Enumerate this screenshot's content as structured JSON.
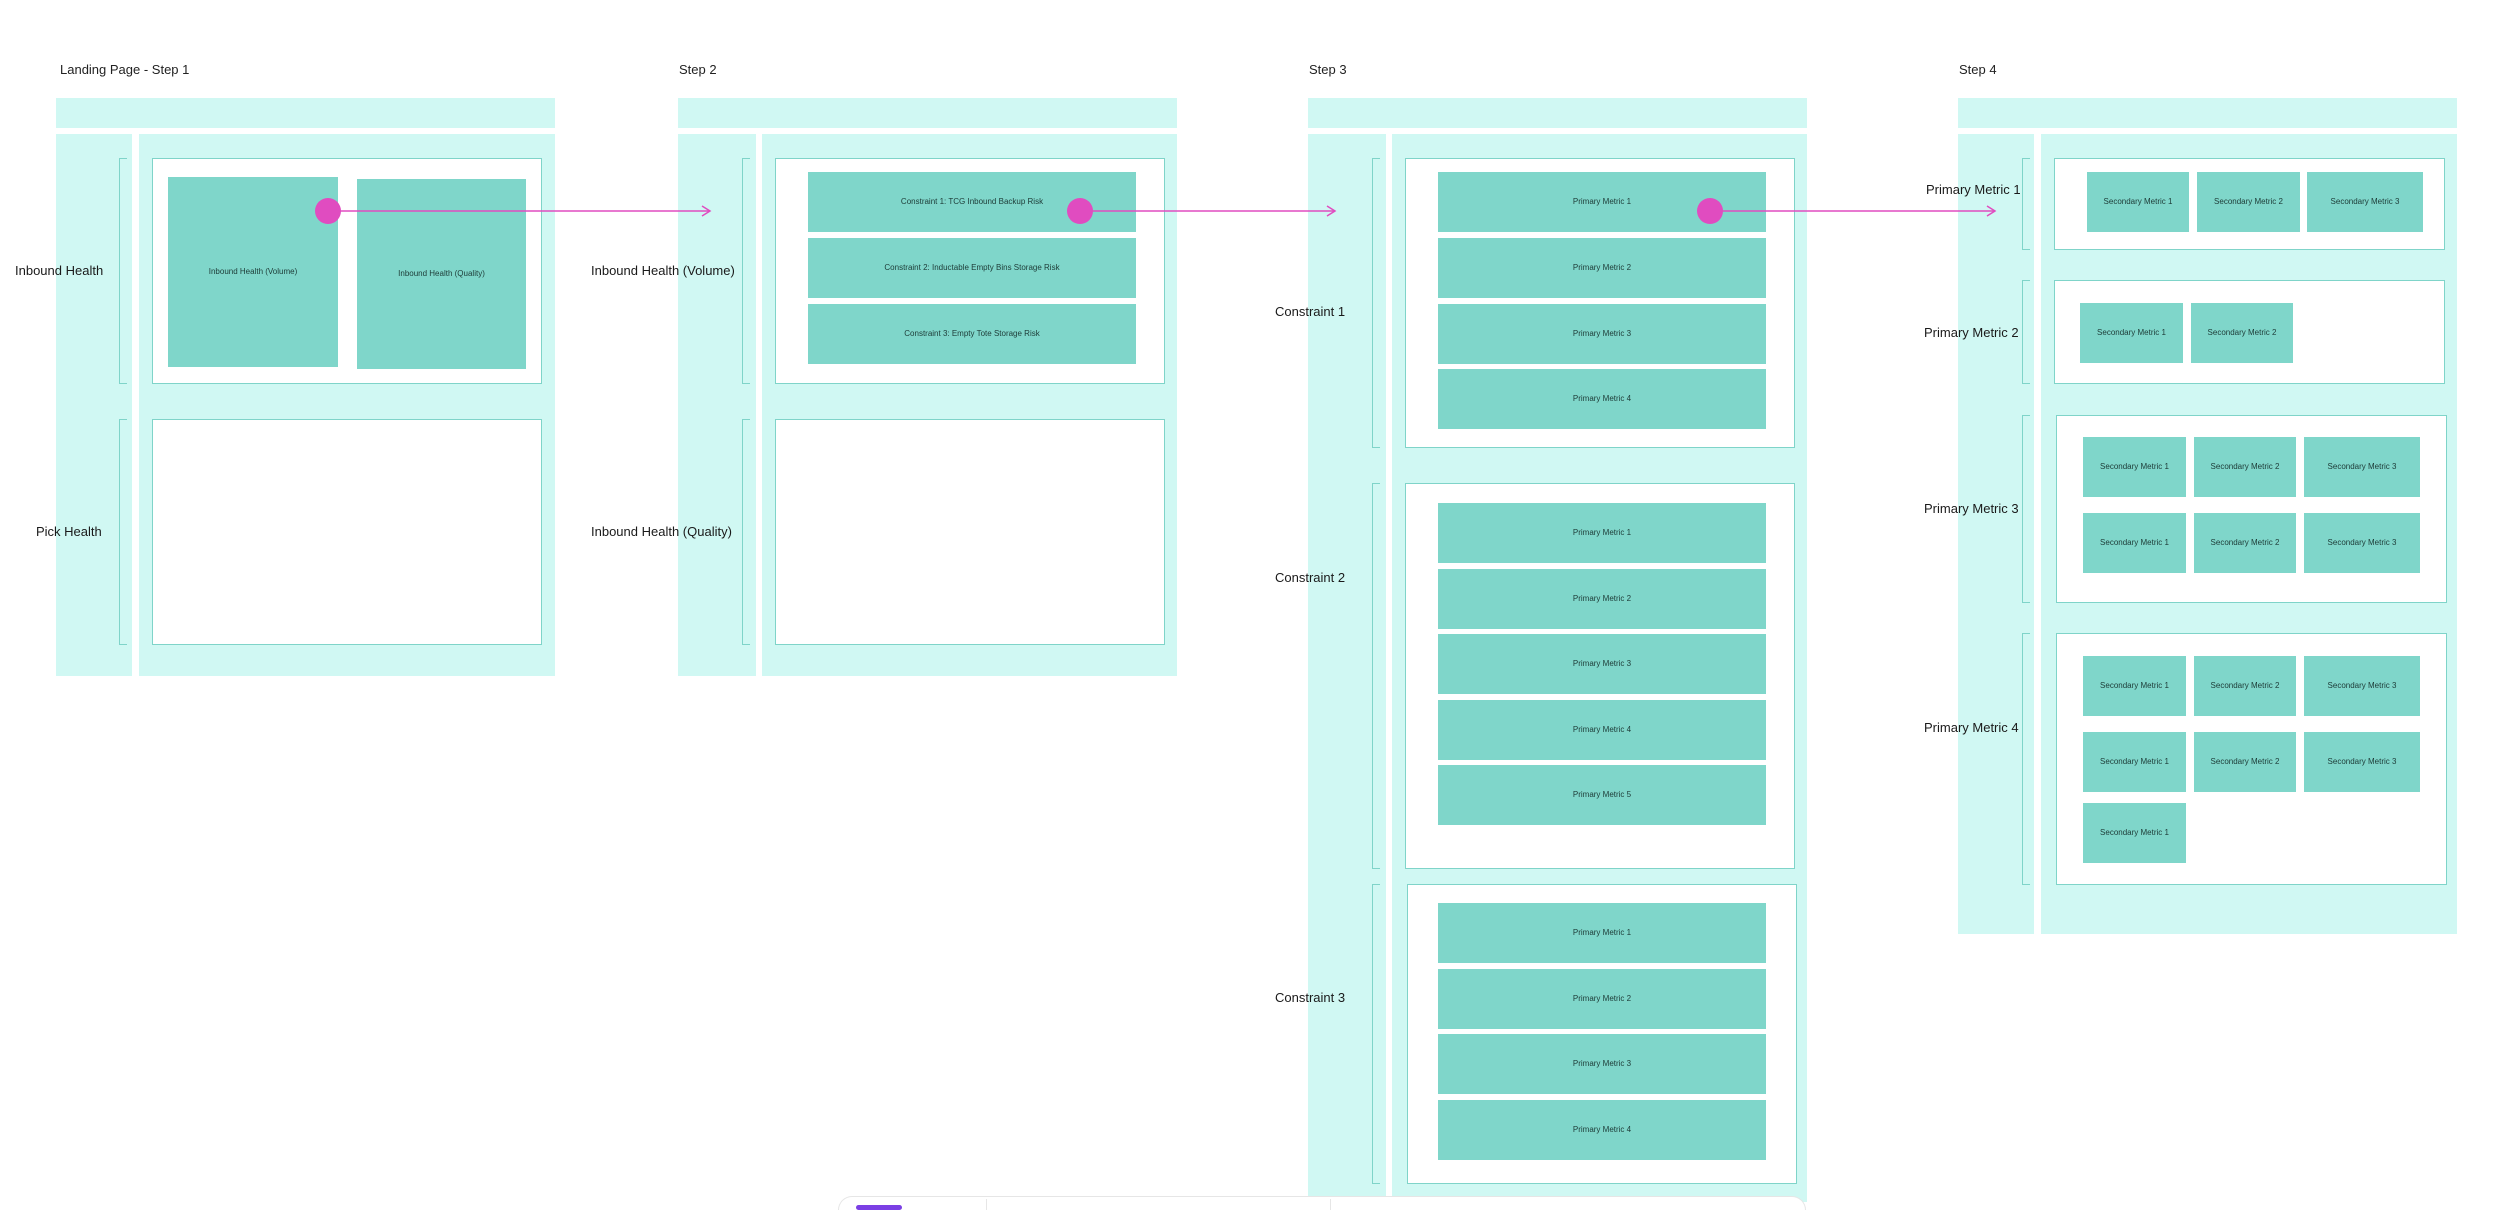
{
  "step1": {
    "title": "Landing Page - Step 1",
    "labels": [
      "Inbound Health",
      "Pick Health"
    ],
    "tiles": [
      "Inbound Health (Volume)",
      "Inbound Health (Quality)"
    ]
  },
  "step2": {
    "title": "Step 2",
    "labels": [
      "Inbound Health (Volume)",
      "Inbound Health (Quality)"
    ],
    "tiles": [
      "Constraint 1: TCG Inbound Backup Risk",
      "Constraint 2: Inductable Empty Bins Storage Risk",
      "Constraint 3: Empty Tote Storage Risk"
    ]
  },
  "step3": {
    "title": "Step 3",
    "labels": [
      "Constraint 1",
      "Constraint 2",
      "Constraint 3"
    ],
    "group1": [
      "Primary Metric 1",
      "Primary Metric 2",
      "Primary Metric 3",
      "Primary Metric 4"
    ],
    "group2": [
      "Primary Metric 1",
      "Primary Metric 2",
      "Primary Metric 3",
      "Primary Metric 4",
      "Primary Metric 5"
    ],
    "group3": [
      "Primary Metric 1",
      "Primary Metric 2",
      "Primary Metric 3",
      "Primary Metric 4"
    ]
  },
  "step4": {
    "title": "Step 4",
    "labels": [
      "Primary Metric 1",
      "Primary Metric 2",
      "Primary Metric 3",
      "Primary Metric 4"
    ],
    "group1": [
      "Secondary Metric 1",
      "Secondary Metric 2",
      "Secondary Metric 3"
    ],
    "group2": [
      "Secondary Metric 1",
      "Secondary Metric 2"
    ],
    "group3": [
      "Secondary Metric 1",
      "Secondary Metric 2",
      "Secondary Metric 3",
      "Secondary Metric 1",
      "Secondary Metric 2",
      "Secondary Metric 3"
    ],
    "group4": [
      "Secondary Metric 1",
      "Secondary Metric 2",
      "Secondary Metric 3",
      "Secondary Metric 1",
      "Secondary Metric 2",
      "Secondary Metric 3",
      "Secondary Metric 1"
    ]
  },
  "colors": {
    "panel": "#d0f8f3",
    "tile": "#7fd6ca",
    "connector": "#e04cc0"
  }
}
